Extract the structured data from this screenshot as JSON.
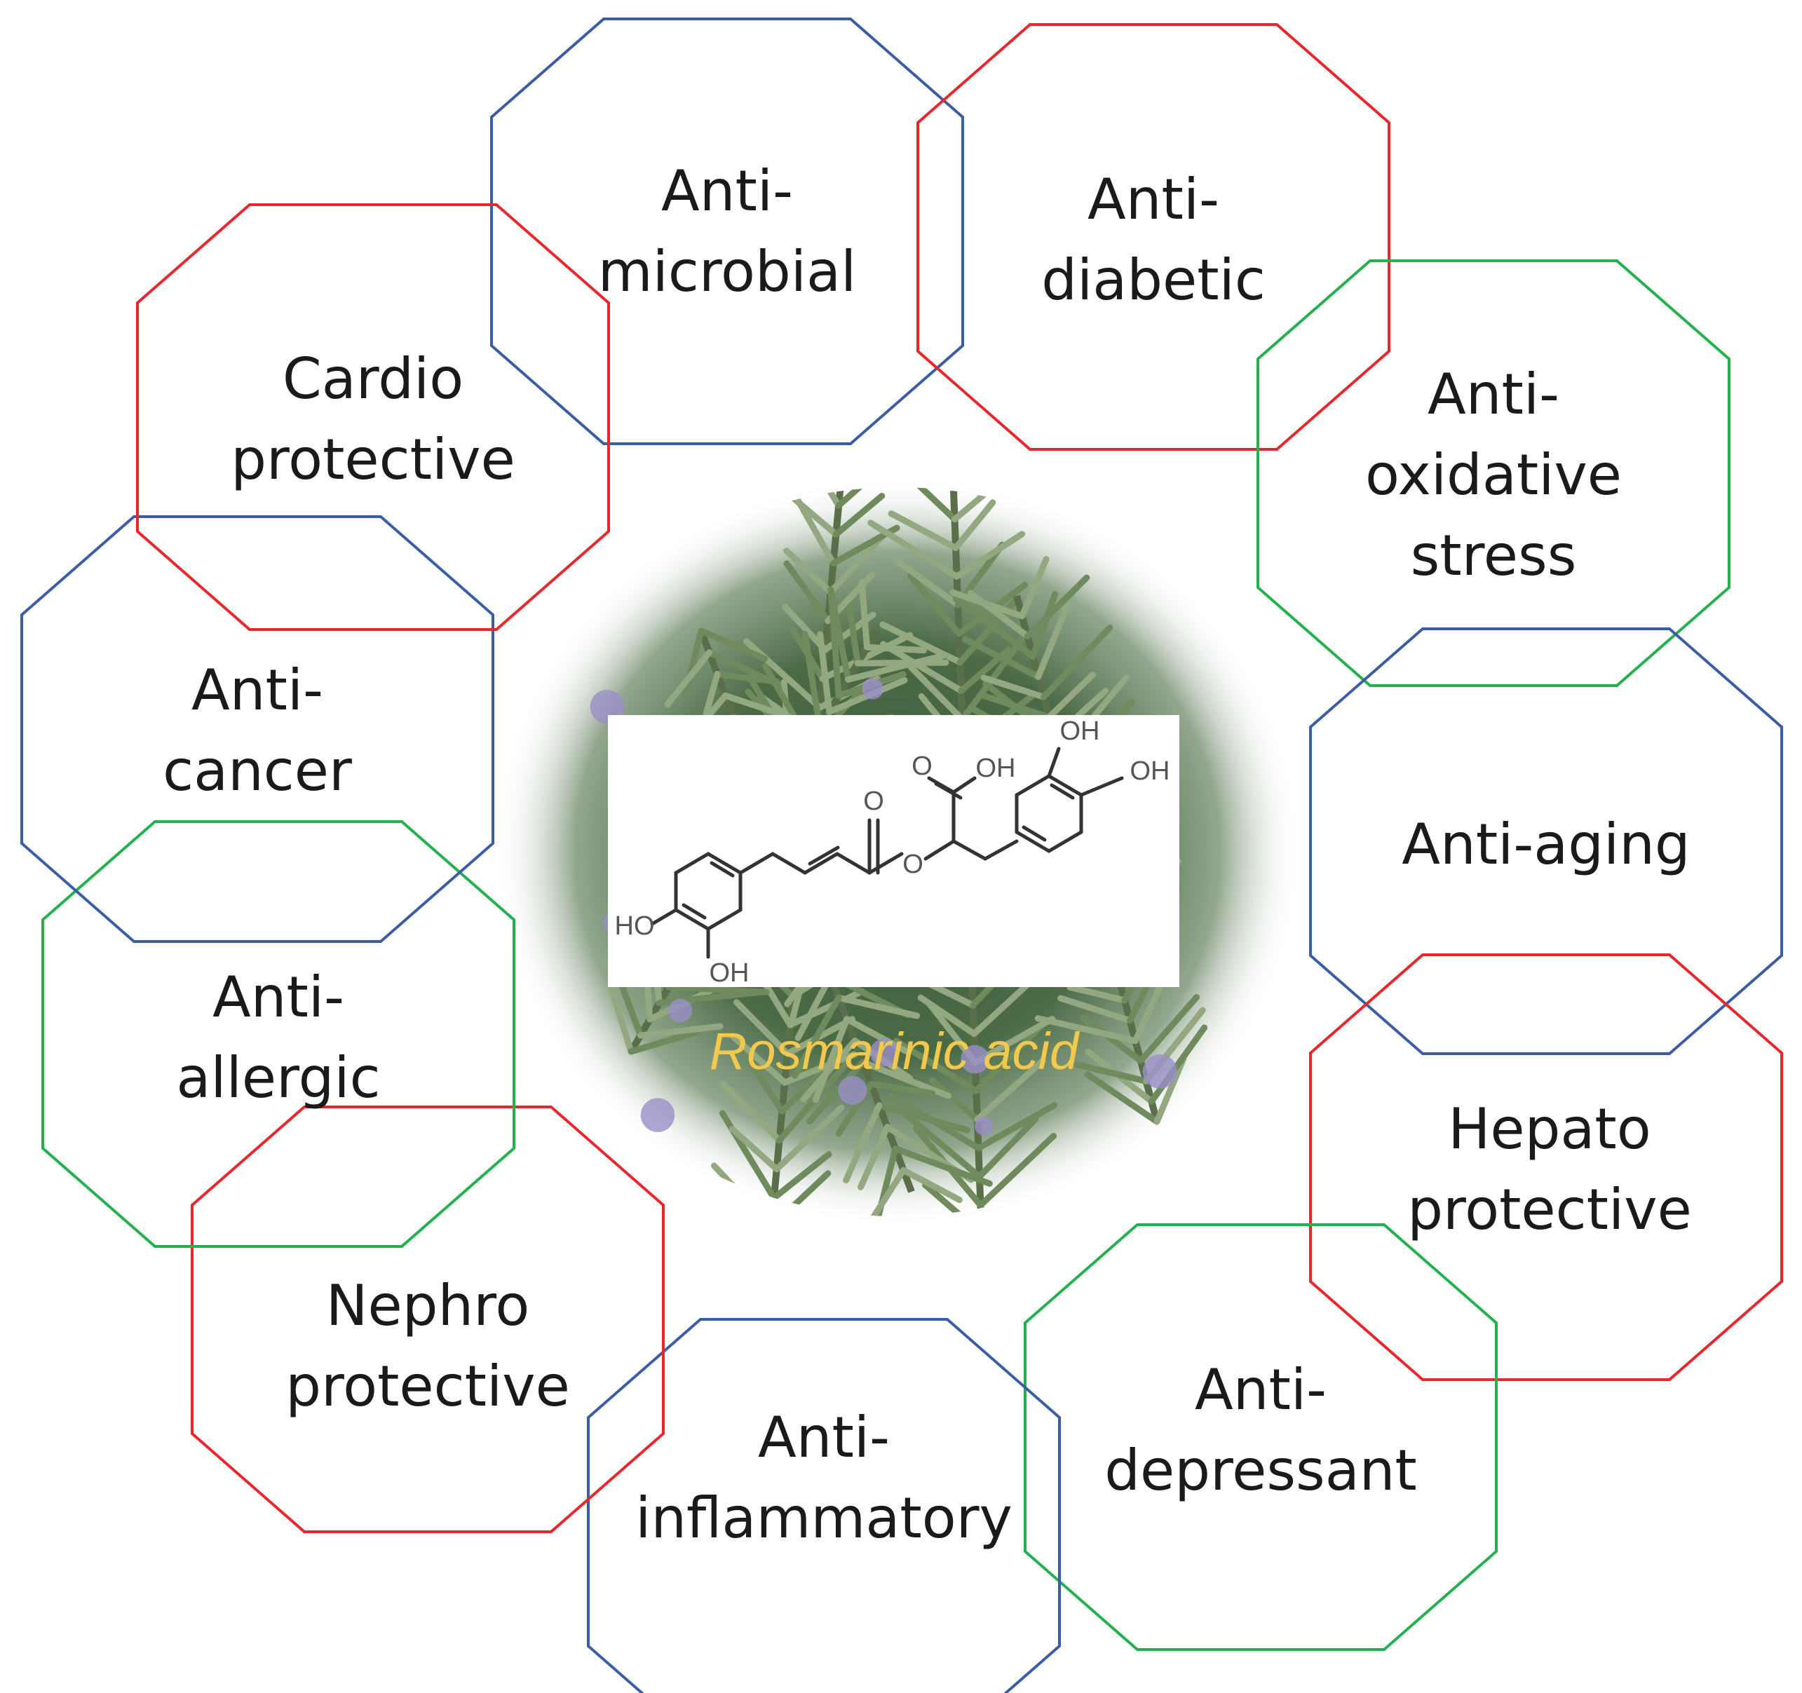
{
  "center": {
    "caption": "Rosmarinic acid",
    "caption_color": "#f2c94c",
    "structure_labels": {
      "oh_top": "OH",
      "oh_right": "OH",
      "cooh": "OH",
      "carboxyl_o": "O",
      "ester_o": "O",
      "ester_link_o": "O",
      "ho_left": "HO",
      "oh_bottom": "OH"
    }
  },
  "colors": {
    "red": "#e8262b",
    "blue": "#3a5da8",
    "green": "#22b14c"
  },
  "nodes": [
    {
      "id": "anti-microbial",
      "color": "blue",
      "lines": [
        "Anti-",
        "microbial"
      ]
    },
    {
      "id": "anti-diabetic",
      "color": "red",
      "lines": [
        "Anti-",
        "diabetic"
      ]
    },
    {
      "id": "anti-oxidative-stress",
      "color": "green",
      "lines": [
        "Anti-",
        "oxidative",
        "stress"
      ]
    },
    {
      "id": "anti-aging",
      "color": "blue",
      "lines": [
        "Anti-aging"
      ]
    },
    {
      "id": "hepato-protective",
      "color": "red",
      "lines": [
        "Hepato",
        "protective"
      ]
    },
    {
      "id": "anti-depressant",
      "color": "green",
      "lines": [
        "Anti-",
        "depressant"
      ]
    },
    {
      "id": "anti-inflammatory",
      "color": "blue",
      "lines": [
        "Anti-",
        "inflammatory"
      ]
    },
    {
      "id": "nephro-protective",
      "color": "red",
      "lines": [
        "Nephro",
        "protective"
      ]
    },
    {
      "id": "anti-allergic",
      "color": "green",
      "lines": [
        "Anti-",
        "allergic"
      ]
    },
    {
      "id": "anti-cancer",
      "color": "blue",
      "lines": [
        "Anti-",
        "cancer"
      ]
    },
    {
      "id": "cardio-protective",
      "color": "red",
      "lines": [
        "Cardio",
        "protective"
      ]
    }
  ]
}
